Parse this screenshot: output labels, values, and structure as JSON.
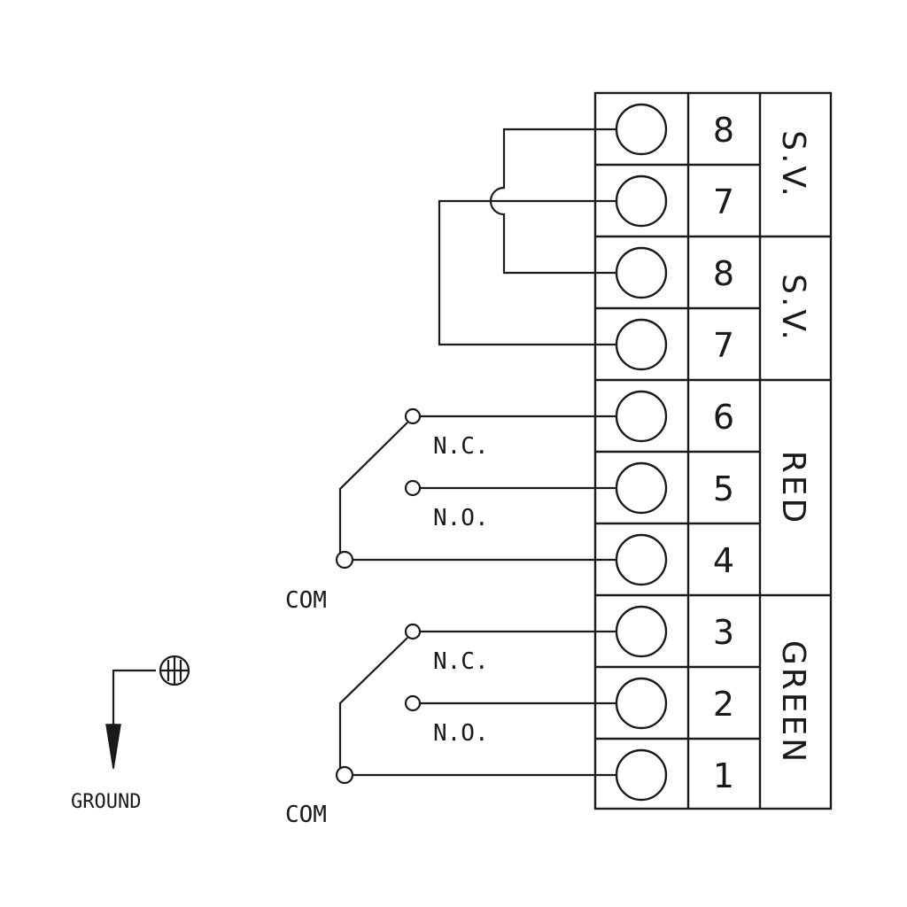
{
  "terminals": [
    {
      "number": "8"
    },
    {
      "number": "7"
    },
    {
      "number": "8"
    },
    {
      "number": "7"
    },
    {
      "number": "6"
    },
    {
      "number": "5"
    },
    {
      "number": "4"
    },
    {
      "number": "3"
    },
    {
      "number": "2"
    },
    {
      "number": "1"
    }
  ],
  "groups": [
    {
      "label": "S.V."
    },
    {
      "label": "S.V."
    },
    {
      "label": "RED"
    },
    {
      "label": "GREEN"
    }
  ],
  "relays": [
    {
      "nc_label": "N.C.",
      "no_label": "N.O.",
      "com_label": "COM"
    },
    {
      "nc_label": "N.C.",
      "no_label": "N.O.",
      "com_label": "COM"
    }
  ],
  "ground": {
    "label": "GROUND",
    "icon": "ground-screw-icon"
  }
}
